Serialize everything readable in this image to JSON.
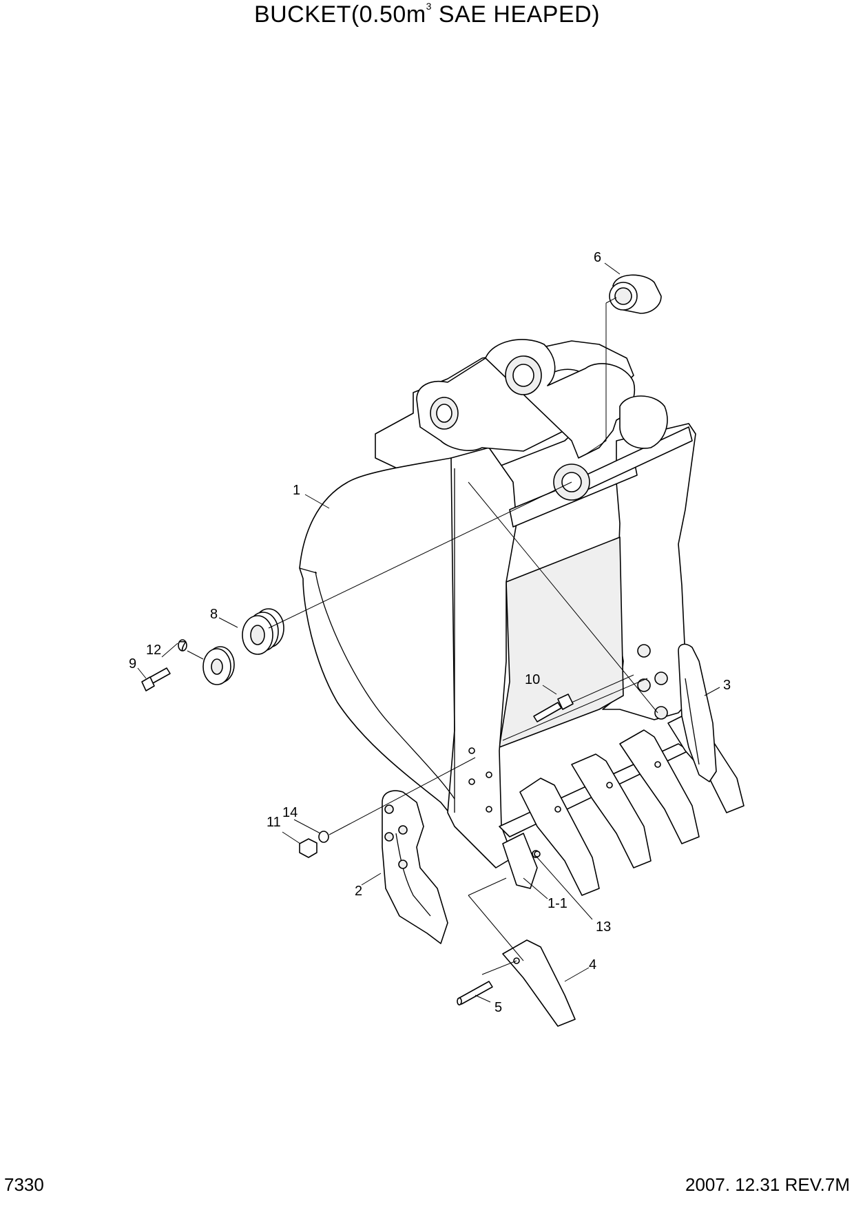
{
  "header": {
    "title_main": "BUCKET(0.50m",
    "title_sup": "3",
    "title_tail": " SAE HEAPED)"
  },
  "footer": {
    "page_number": "7330",
    "revision": "2007. 12.31  REV.7M"
  },
  "callouts": {
    "c1": "1",
    "c1_1": "1-1",
    "c2": "2",
    "c3": "3",
    "c4": "4",
    "c5": "5",
    "c6": "6",
    "c7": "7",
    "c8": "8",
    "c9": "9",
    "c10": "10",
    "c11": "11",
    "c12": "12",
    "c13": "13",
    "c14": "14"
  }
}
